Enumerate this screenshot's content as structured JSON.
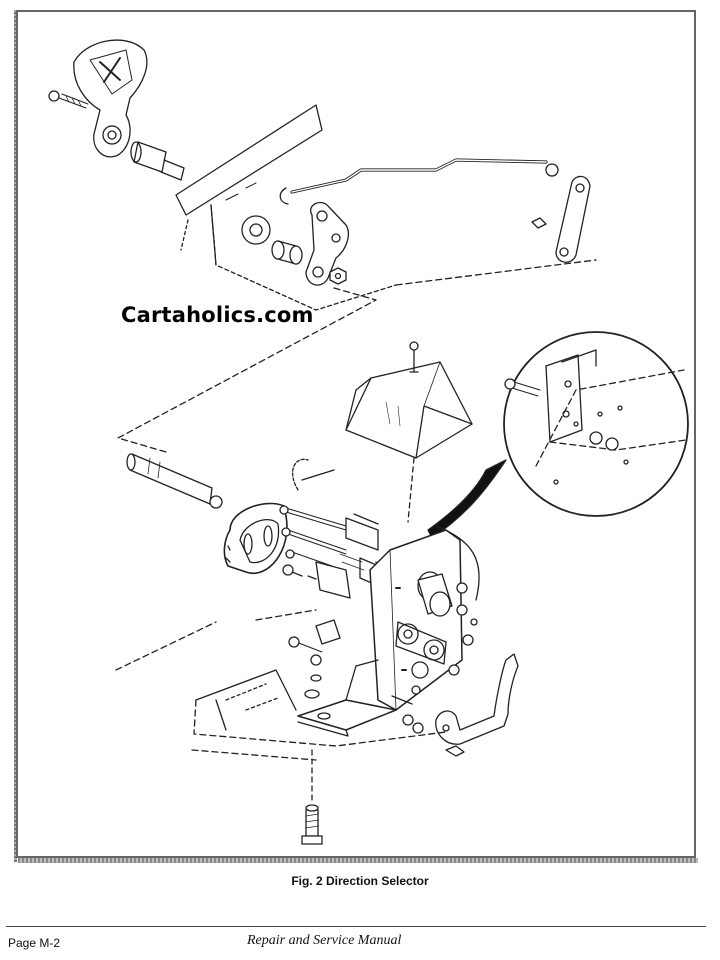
{
  "watermark": "Cartaholics.com",
  "caption": "Fig. 2  Direction Selector",
  "footer": {
    "page": "Page M-2",
    "manual": "Repair and Service Manual"
  }
}
